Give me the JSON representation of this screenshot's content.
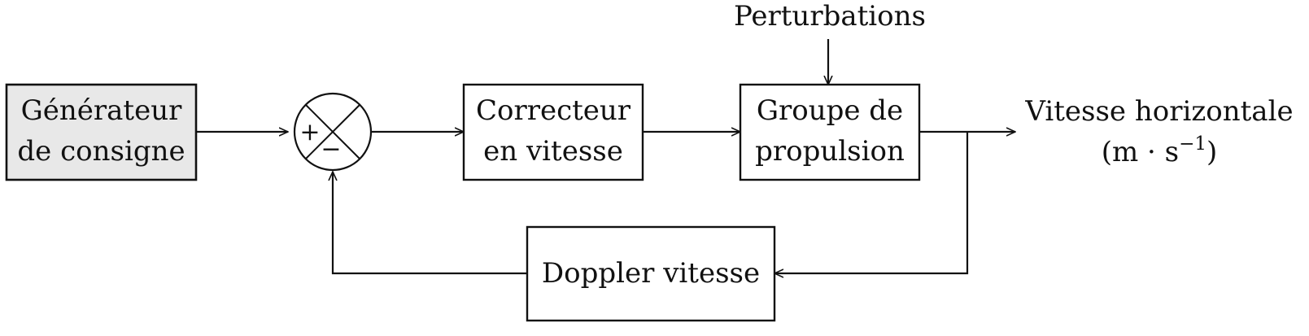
{
  "blocks": {
    "generator": [
      "Générateur",
      "de consigne"
    ],
    "corrector": [
      "Correcteur",
      "en vitesse"
    ],
    "propulsion": [
      "Groupe de",
      "propulsion"
    ],
    "doppler": "Doppler vitesse"
  },
  "summing_junction": {
    "plus": "+",
    "minus": "−"
  },
  "disturbance": "Perturbations",
  "output": {
    "line1": "Vitesse horizontale",
    "unit_open": "(m · s",
    "unit_exp": "−1",
    "unit_close": ")"
  },
  "colors": {
    "generator_fill": "#e8e8e8",
    "stroke": "#111111"
  }
}
